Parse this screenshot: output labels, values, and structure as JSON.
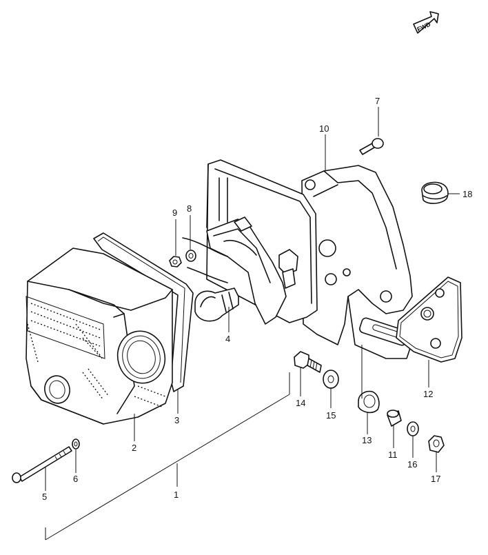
{
  "fwd_label": "FWD",
  "callouts": {
    "c1": "1",
    "c2": "2",
    "c3": "3",
    "c4": "4",
    "c5": "5",
    "c6": "6",
    "c7": "7",
    "c8": "8",
    "c9": "9",
    "c10": "10",
    "c11": "11",
    "c12": "12",
    "c13": "13",
    "c14": "14",
    "c15": "15",
    "c16": "16",
    "c17": "17",
    "c18": "18"
  }
}
